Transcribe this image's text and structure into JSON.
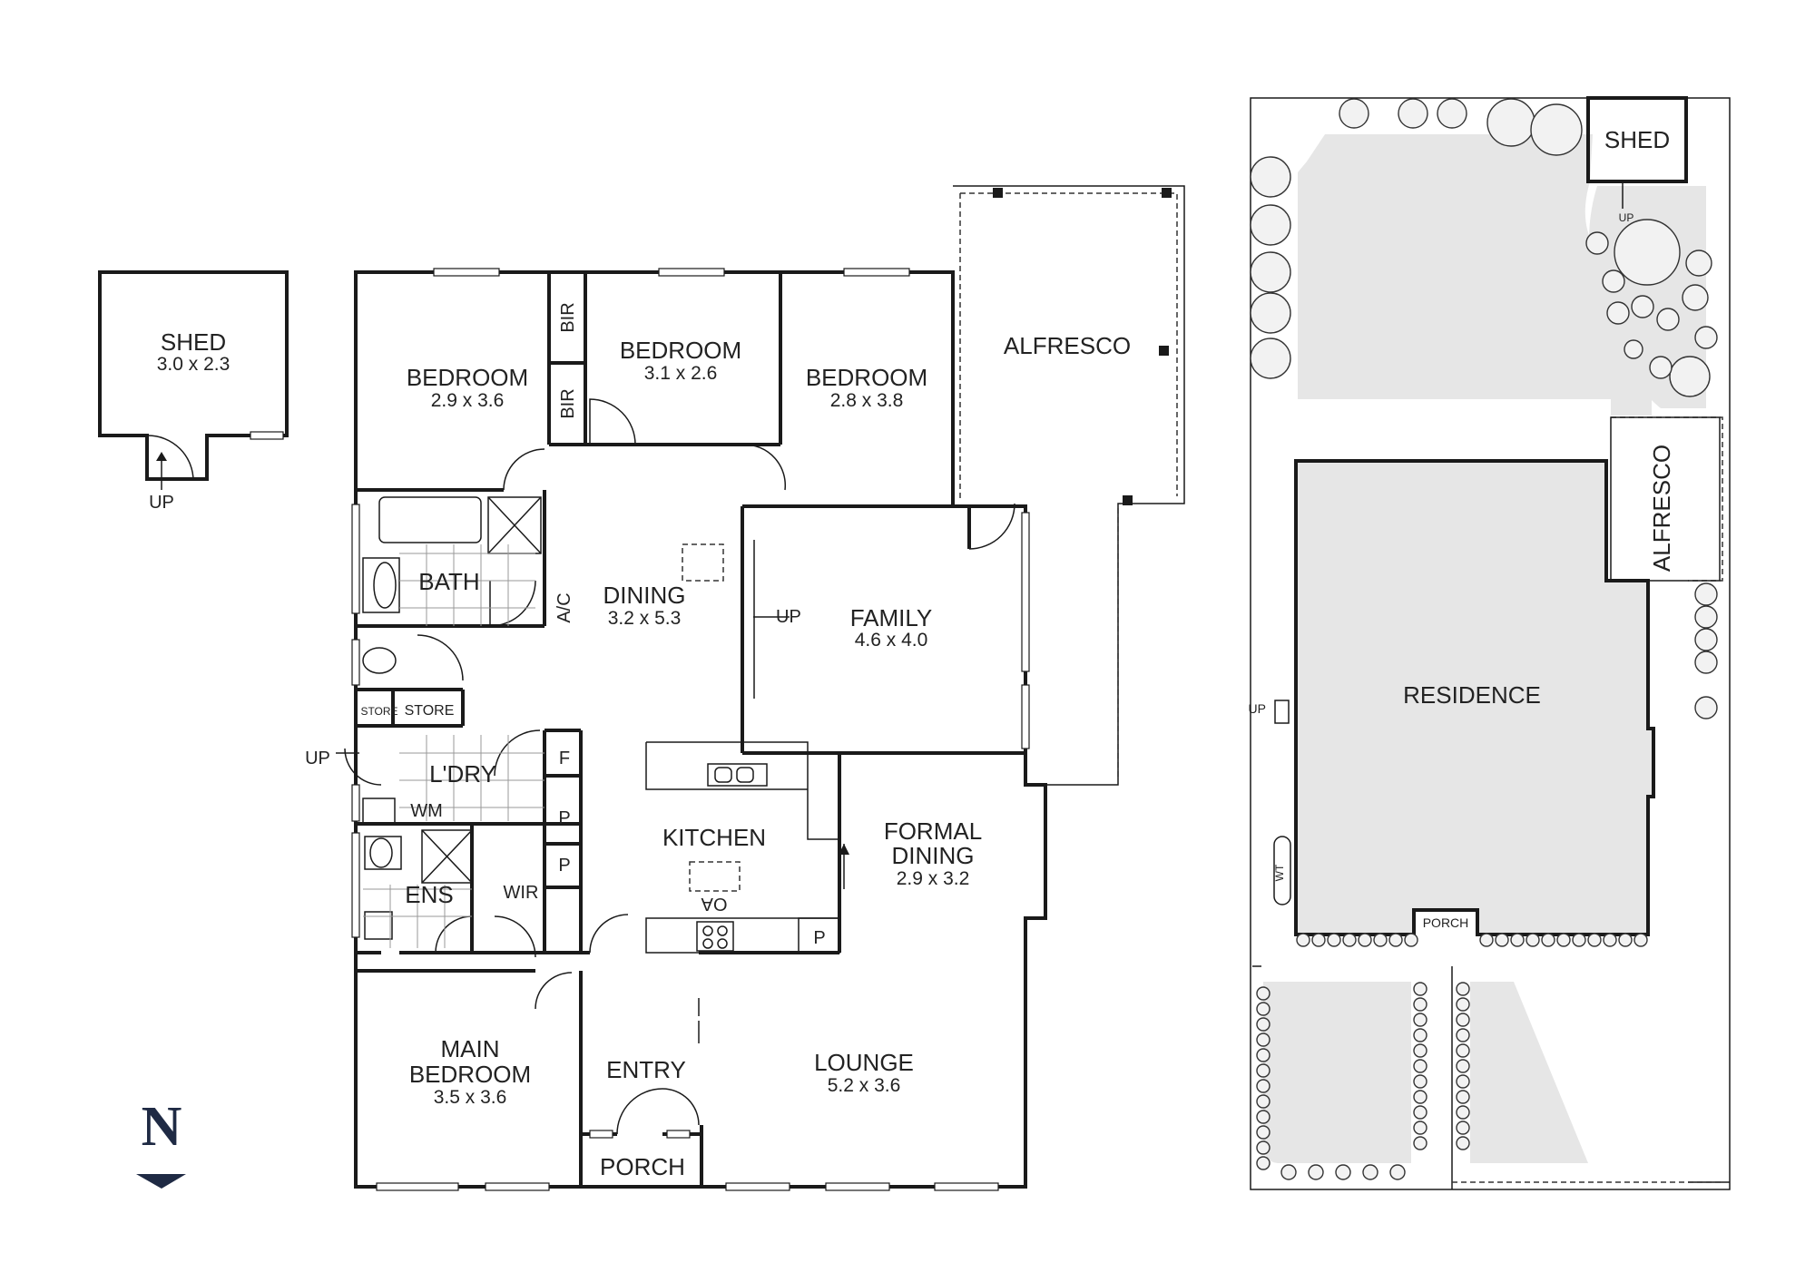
{
  "plan": {
    "rooms": {
      "shed_detached": {
        "name": "SHED",
        "dim": "3.0 x 2.3",
        "up": "UP"
      },
      "bedroom_nw": {
        "name": "BEDROOM",
        "dim": "2.9 x 3.6"
      },
      "bir_top": "BIR",
      "bir_bottom": "BIR",
      "bedroom_n": {
        "name": "BEDROOM",
        "dim": "3.1 x 2.6"
      },
      "bedroom_ne": {
        "name": "BEDROOM",
        "dim": "2.8 x 3.8"
      },
      "alfresco": {
        "name": "ALFRESCO"
      },
      "bath": {
        "name": "BATH"
      },
      "ac": "A/C",
      "dining": {
        "name": "DINING",
        "dim": "3.2 x 5.3"
      },
      "family": {
        "name": "FAMILY",
        "dim": "4.6 x 4.0",
        "up": "UP"
      },
      "store_small": "STORE",
      "store": "STORE",
      "laundry": {
        "name": "L'DRY",
        "up": "UP"
      },
      "fridge": "F",
      "pantry1": "P",
      "pantry2": "P",
      "pantry3": "P",
      "wm": "WM",
      "ens": "ENS",
      "wir": "WIR",
      "kitchen": {
        "name": "KITCHEN",
        "appliance": "OA"
      },
      "formal_dining": {
        "line1": "FORMAL",
        "line2": "DINING",
        "dim": "2.9 x 3.2"
      },
      "main_bedroom": {
        "line1": "MAIN",
        "line2": "BEDROOM",
        "dim": "3.5 x 3.6"
      },
      "entry": "ENTRY",
      "lounge": {
        "name": "LOUNGE",
        "dim": "5.2 x 3.6"
      },
      "porch": "PORCH"
    },
    "north": "N"
  },
  "site": {
    "shed": "SHED",
    "shed_up": "UP",
    "alfresco": "ALFRESCO",
    "residence": "RESIDENCE",
    "up": "UP",
    "wt": "WT",
    "porch": "PORCH"
  }
}
